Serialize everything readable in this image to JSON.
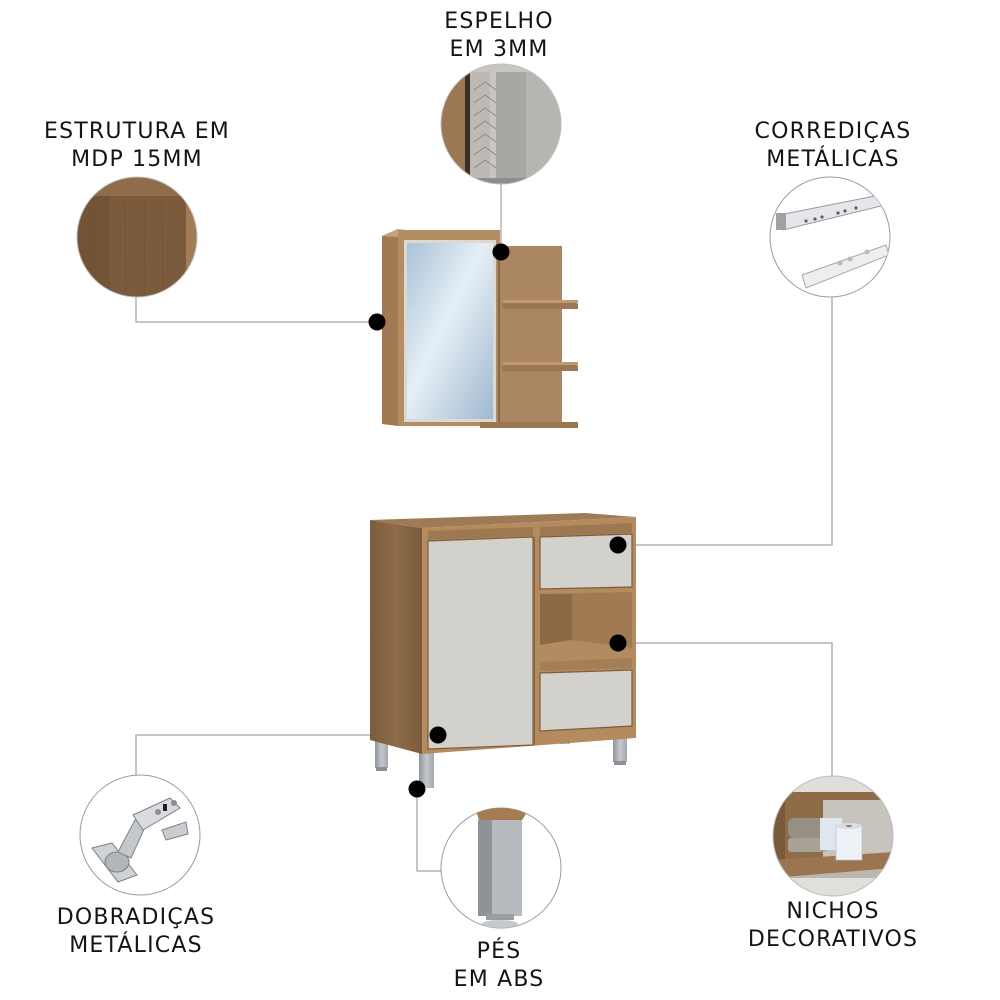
{
  "callouts": {
    "mirror": {
      "line1": "ESPELHO",
      "line2": "EM 3MM",
      "icon": "mirror-detail-icon"
    },
    "structure": {
      "line1": "ESTRUTURA EM",
      "line2": "MDP 15MM",
      "icon": "wood-panel-detail-icon"
    },
    "slides": {
      "line1": "CORREDIÇAS",
      "line2": "METÁLICAS",
      "icon": "drawer-slide-detail-icon"
    },
    "hinges": {
      "line1": "DOBRADIÇAS",
      "line2": "METÁLICAS",
      "icon": "hinge-detail-icon"
    },
    "feet": {
      "line1": "PÉS",
      "line2": "EM ABS",
      "icon": "abs-foot-detail-icon"
    },
    "niches": {
      "line1": "NICHOS",
      "line2": "DECORATIVOS",
      "icon": "niche-detail-icon"
    }
  },
  "colors": {
    "wood_dark": "#8a6a48",
    "wood_light": "#b58b5e",
    "door_grey": "#d3d1cc",
    "leader_line": "#b4b4b4",
    "marker": "#000000",
    "metal": "#b9bcc2"
  }
}
